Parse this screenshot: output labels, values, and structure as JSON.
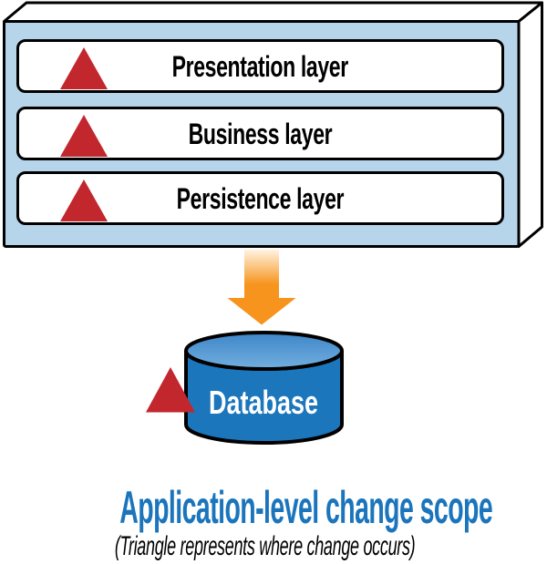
{
  "diagram": {
    "stack": {
      "layers": [
        {
          "label": "Presentation layer",
          "marker_icon": "red-triangle-icon"
        },
        {
          "label": "Business layer",
          "marker_icon": "red-triangle-icon"
        },
        {
          "label": "Persistence layer",
          "marker_icon": "red-triangle-icon"
        }
      ]
    },
    "flow_arrow_icon": "down-arrow-icon",
    "database": {
      "label": "Database",
      "marker_icon": "red-triangle-icon"
    },
    "caption": {
      "title": "Application-level change scope",
      "subtitle": "(Triangle represents where change occurs)"
    },
    "colors": {
      "box_fill": "#b7d5ea",
      "layer_fill": "#ffffff",
      "outline": "#000000",
      "triangle_red": "#c1272d",
      "arrow_orange": "#f7941e",
      "cylinder_body": "#1b76bc",
      "cylinder_top_light": "#5b9bd5",
      "title_blue": "#1b75bc",
      "subtitle_black": "#000000"
    }
  }
}
